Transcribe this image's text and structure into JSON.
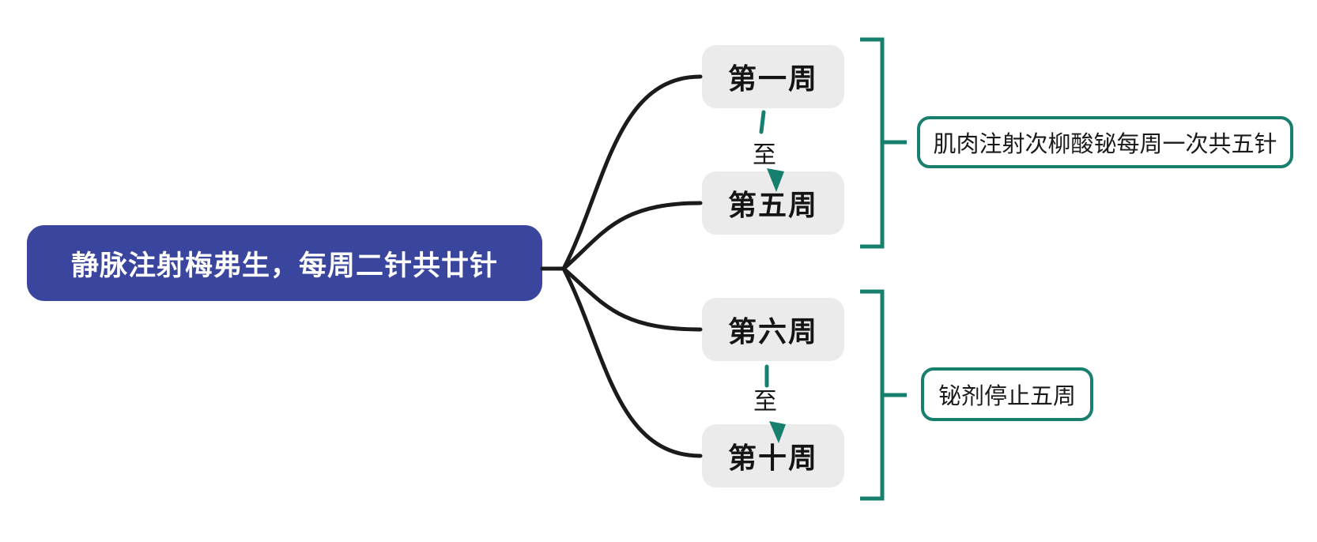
{
  "colors": {
    "root_bg": "#3a459e",
    "week_bg": "#ebebeb",
    "accent_teal": "#177f6e",
    "line_black": "#1b1b1b",
    "root_text": "#ffffff",
    "node_text": "#141414"
  },
  "root_node": {
    "label": "静脉注射梅弗生，每周二针共廿针"
  },
  "week_nodes": [
    {
      "label": "第一周"
    },
    {
      "label": "第五周"
    },
    {
      "label": "第六周"
    },
    {
      "label": "第十周"
    }
  ],
  "range_links": [
    {
      "label": "至"
    },
    {
      "label": "至"
    }
  ],
  "annotations": [
    {
      "label": "肌肉注射次柳酸铋每周一次共五针"
    },
    {
      "label": "铋剂停止五周"
    }
  ]
}
